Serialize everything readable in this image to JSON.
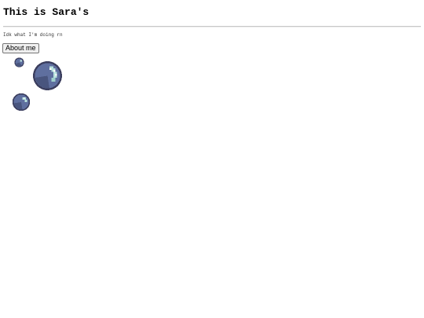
{
  "page": {
    "title": "This is Sara's",
    "tagline": "Idk what I'm doing rn"
  },
  "nav": {
    "about_label": "About me"
  },
  "decorations": {
    "icon": "pixel-bubble-icon",
    "colors": {
      "outline": "#3b3e5e",
      "body": "#5f6f9f",
      "shade": "#49557e",
      "highlight": "#b9e3de",
      "shine": "#ffffff"
    }
  }
}
